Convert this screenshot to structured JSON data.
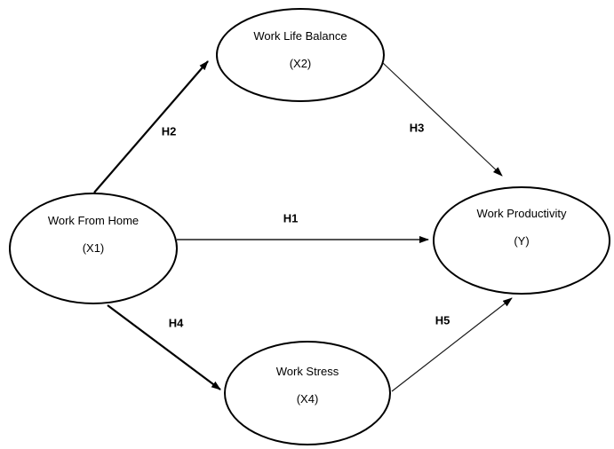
{
  "diagram": {
    "type": "path-model",
    "background_color": "#ffffff",
    "stroke_color": "#000000",
    "nodes": [
      {
        "id": "x2",
        "shape": "ellipse",
        "position": "top",
        "label": "Work Life Balance",
        "symbol": "(X2)"
      },
      {
        "id": "x1",
        "shape": "ellipse",
        "position": "left",
        "label": "Work From Home",
        "symbol": "(X1)"
      },
      {
        "id": "y",
        "shape": "ellipse",
        "position": "right",
        "label": "Work Productivity",
        "symbol": "(Y)"
      },
      {
        "id": "x4",
        "shape": "ellipse",
        "position": "bottom",
        "label": "Work Stress",
        "symbol": "(X4)"
      }
    ],
    "edges": [
      {
        "label": "H1",
        "from": "x1",
        "to": "y"
      },
      {
        "label": "H2",
        "from": "x1",
        "to": "x2"
      },
      {
        "label": "H3",
        "from": "x2",
        "to": "y"
      },
      {
        "label": "H4",
        "from": "x1",
        "to": "x4"
      },
      {
        "label": "H5",
        "from": "x4",
        "to": "y"
      }
    ]
  }
}
